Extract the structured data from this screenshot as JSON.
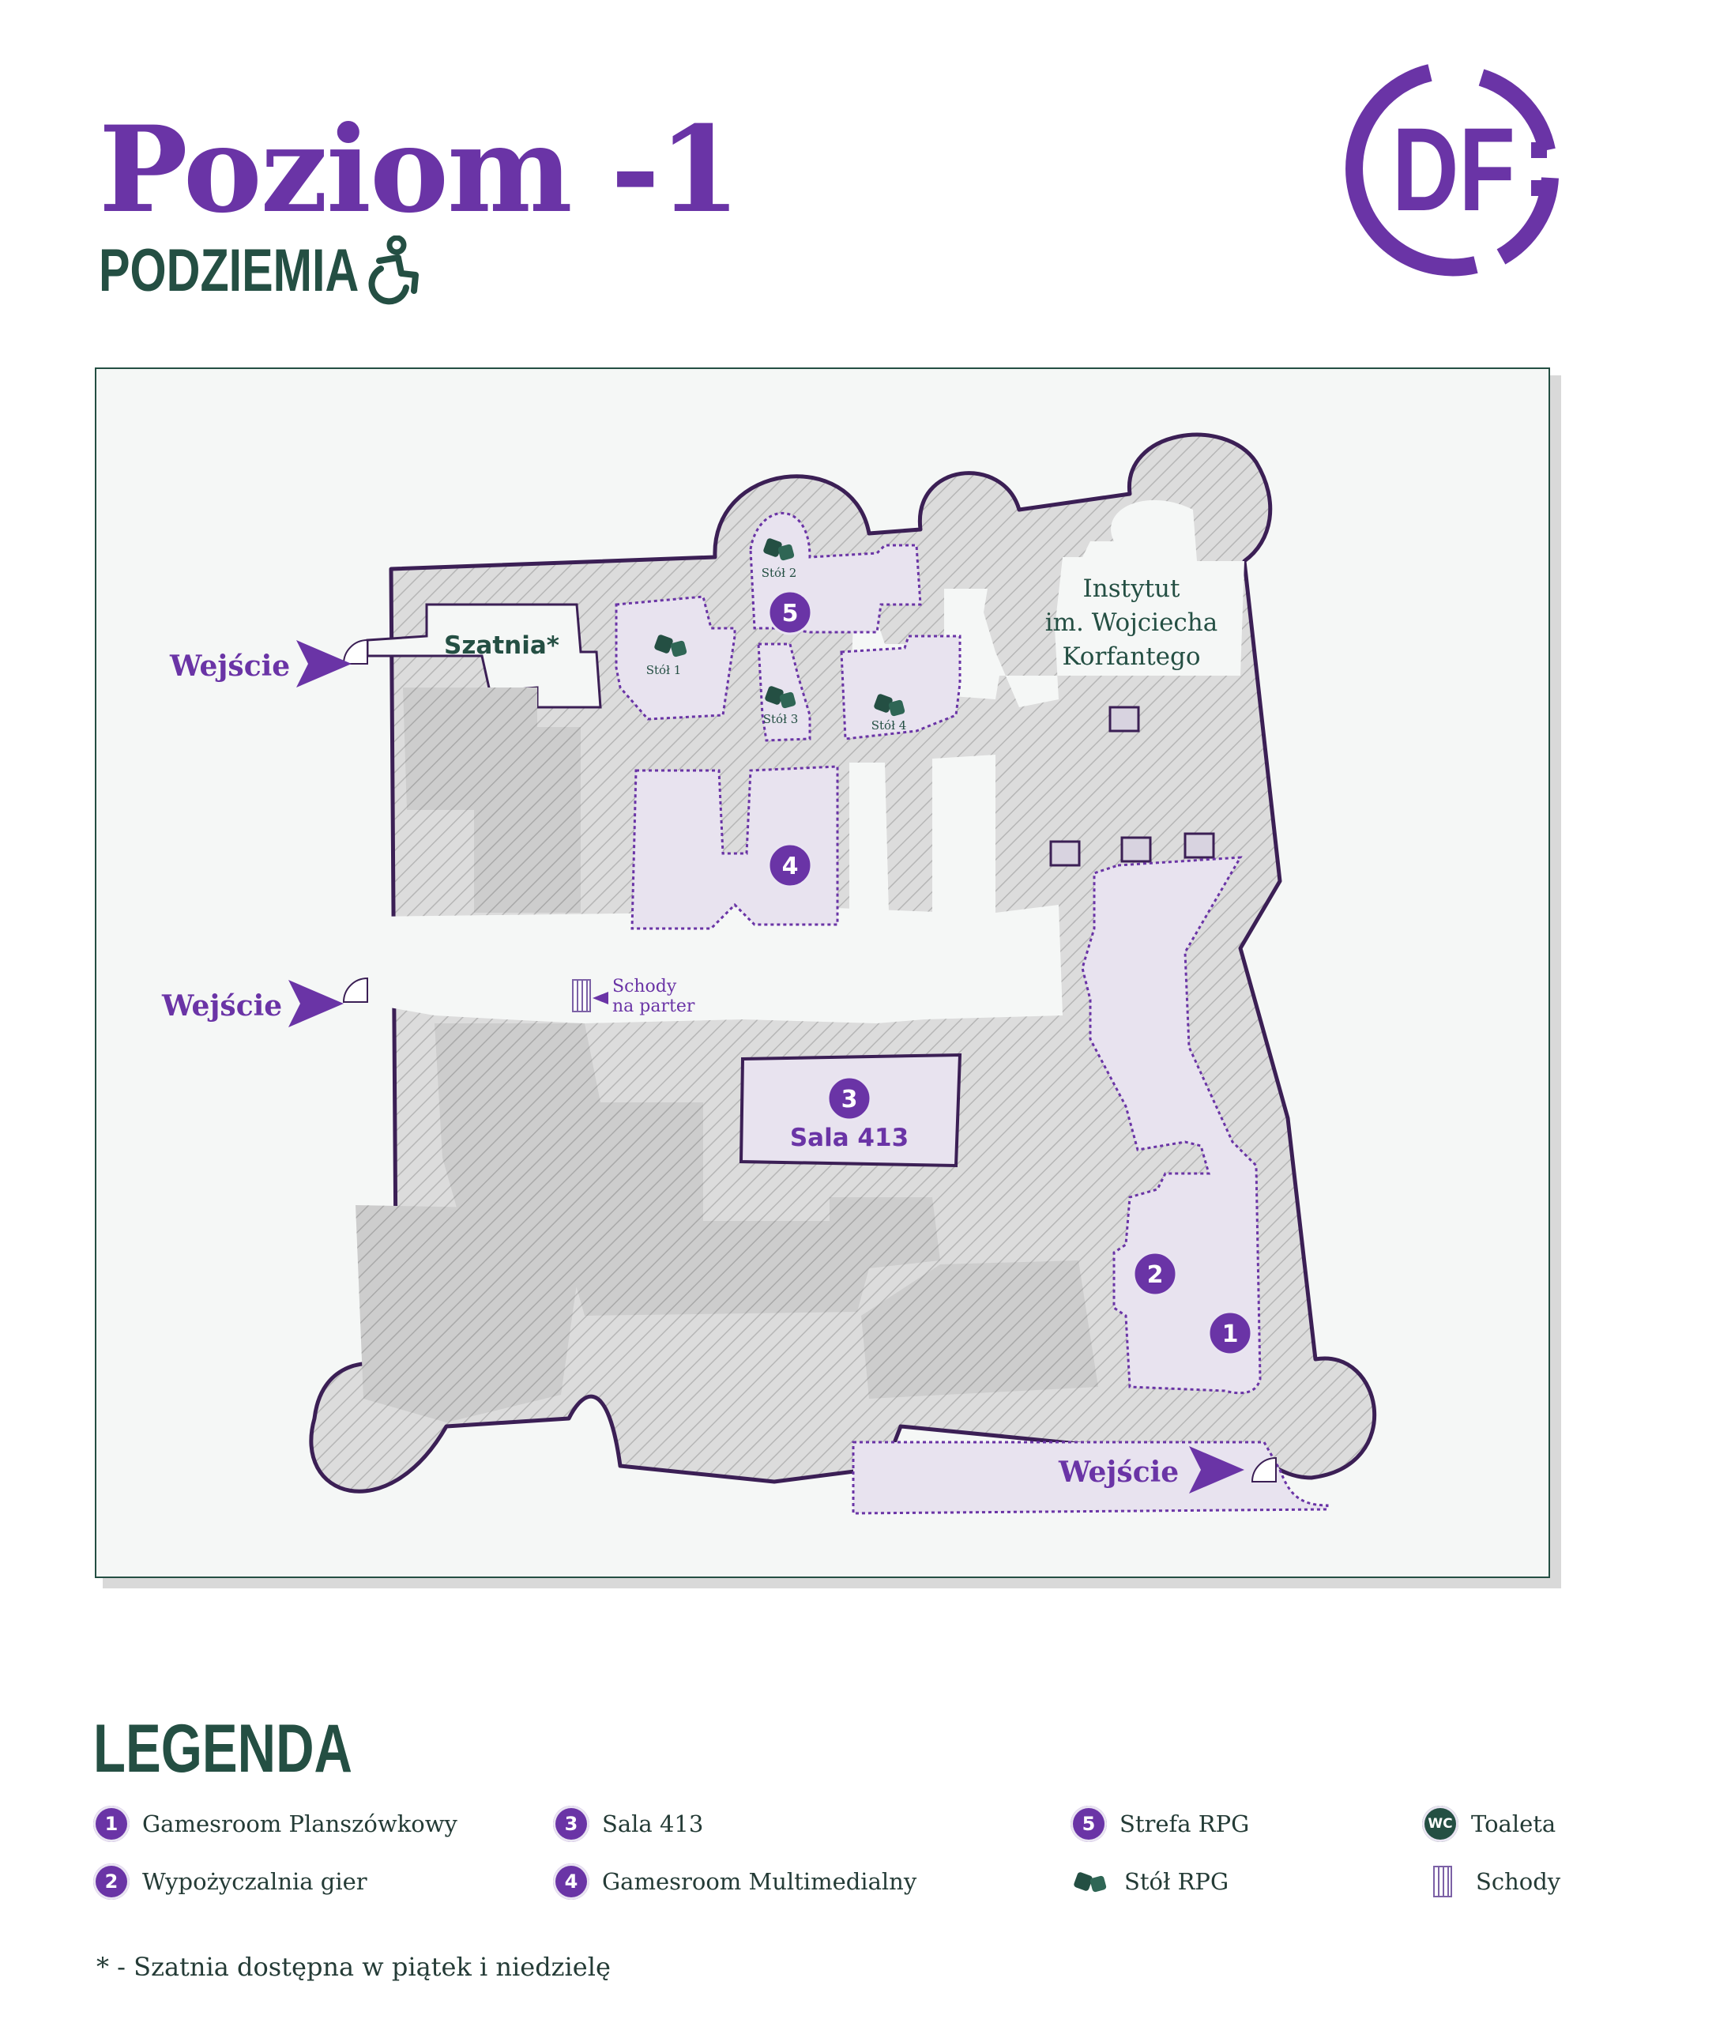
{
  "header": {
    "title": "Poziom -1",
    "subtitle": "PODZIEMIA",
    "accessibility_icon": "wheelchair-icon",
    "logo_text": "DF"
  },
  "map": {
    "entrances": [
      {
        "label": "Wejście"
      },
      {
        "label": "Wejście"
      },
      {
        "label": "Wejście"
      }
    ],
    "rooms": {
      "cloakroom": "Szatnia*",
      "institute": [
        "Instytut",
        "im. Wojciecha",
        "Korfantego"
      ],
      "stairs": [
        "Schody",
        "na parter"
      ],
      "sala_413": "Sala 413"
    },
    "tables": [
      "Stół 1",
      "Stół 2",
      "Stół 3",
      "Stół 4"
    ],
    "markers": [
      "1",
      "2",
      "3",
      "4",
      "5"
    ]
  },
  "legend": {
    "title": "LEGENDA",
    "items": [
      {
        "badge": "1",
        "label": "Gamesroom Planszówkowy"
      },
      {
        "badge": "2",
        "label": "Wypożyczalnia gier"
      },
      {
        "badge": "3",
        "label": "Sala 413"
      },
      {
        "badge": "4",
        "label": "Gamesroom Multimedialny"
      },
      {
        "badge": "5",
        "label": "Strefa RPG"
      },
      {
        "icon": "dice-icon",
        "label": "Stół RPG"
      },
      {
        "badge": "WC",
        "label": "Toaleta"
      },
      {
        "icon": "stairs-icon",
        "label": "Schody"
      }
    ]
  },
  "footnote": "* - Szatnia dostępna w piątek i niedzielę",
  "colors": {
    "purple": "#6a34a6",
    "dark_green": "#244f43",
    "outline": "#3b1f55",
    "room_fill": "#e8e3ef",
    "hatch_bg": "#dcdcdc",
    "map_bg": "#f5f7f6"
  }
}
